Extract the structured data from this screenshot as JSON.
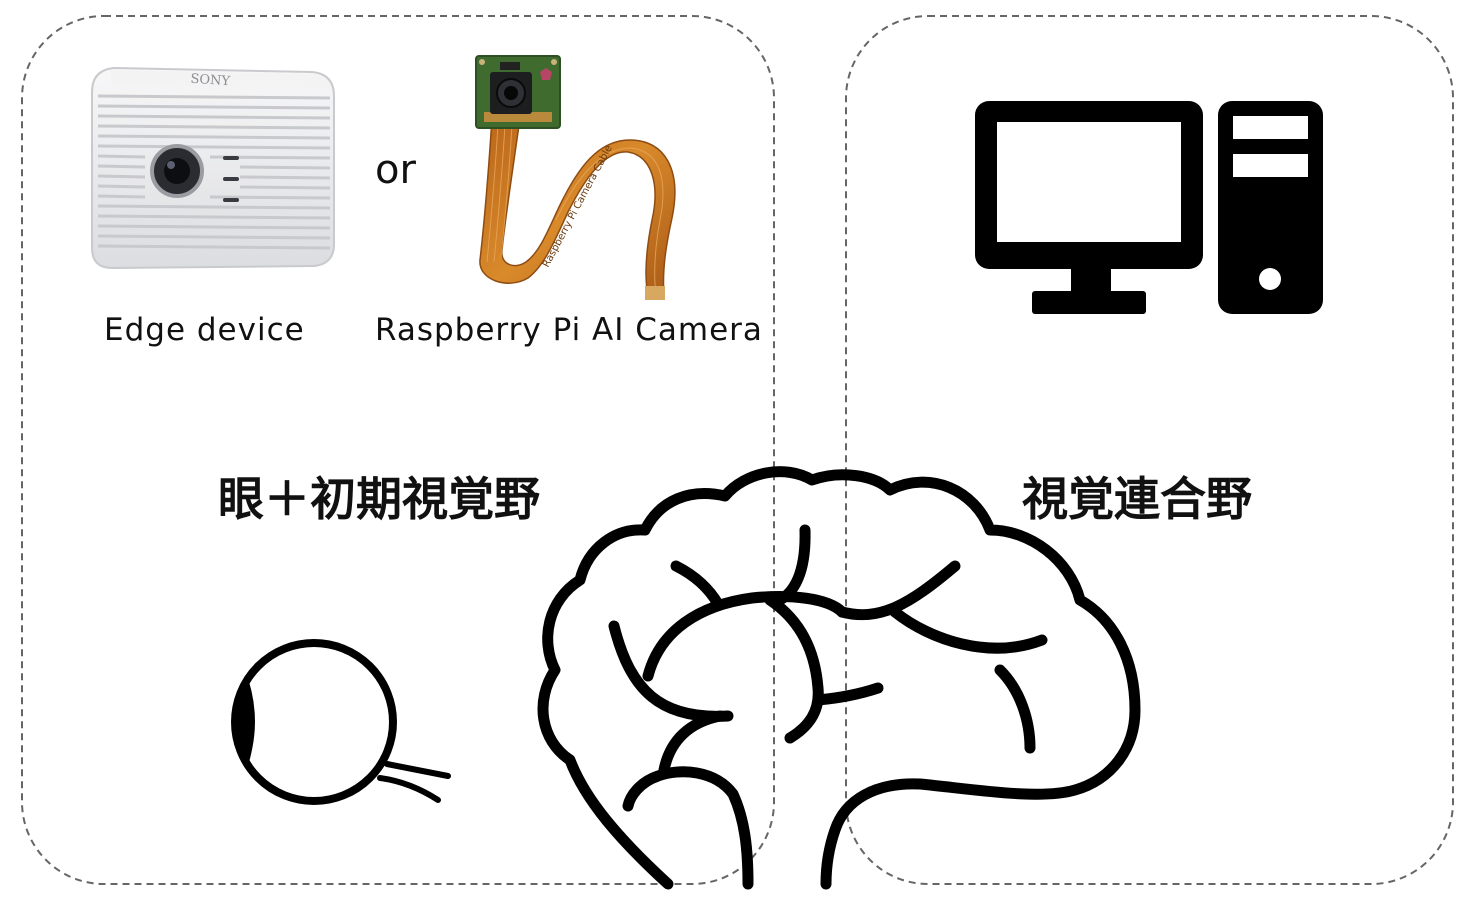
{
  "left_panel": {
    "device_1_label": "Edge device",
    "device_1_brand": "SONY",
    "or_label": "or",
    "device_2_label": "Raspberry Pi AI Camera",
    "device_2_cable_text": "Raspberry Pi Camera Cable",
    "title": "眼＋初期視覚野"
  },
  "right_panel": {
    "title": "視覚連合野"
  },
  "colors": {
    "line": "#000000",
    "panel_border": "#666666",
    "camera_body": "#ecedef",
    "cable": "#c8761f",
    "pcb": "#3f6b2e"
  },
  "icons": {
    "edge_device": "edge-camera-icon",
    "raspberry_camera": "raspberry-pi-camera-icon",
    "computer": "desktop-computer-icon",
    "eye": "eyeball-icon",
    "brain": "brain-icon"
  }
}
